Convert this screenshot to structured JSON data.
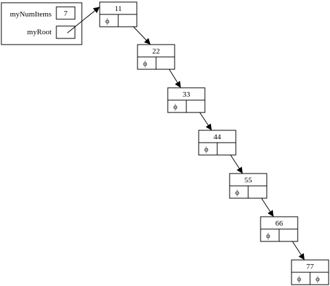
{
  "tree": {
    "fields": [
      {
        "name": "myNumItems",
        "value": "7"
      },
      {
        "name": "myRoot",
        "value": ""
      }
    ],
    "null_symbol": "ϕ",
    "nodes": [
      {
        "value": "11",
        "left": "ϕ",
        "right": ""
      },
      {
        "value": "22",
        "left": "ϕ",
        "right": ""
      },
      {
        "value": "33",
        "left": "ϕ",
        "right": ""
      },
      {
        "value": "44",
        "left": "ϕ",
        "right": ""
      },
      {
        "value": "55",
        "left": "ϕ",
        "right": ""
      },
      {
        "value": "66",
        "left": "ϕ",
        "right": ""
      },
      {
        "value": "77",
        "left": "ϕ",
        "right": "ϕ"
      }
    ]
  }
}
